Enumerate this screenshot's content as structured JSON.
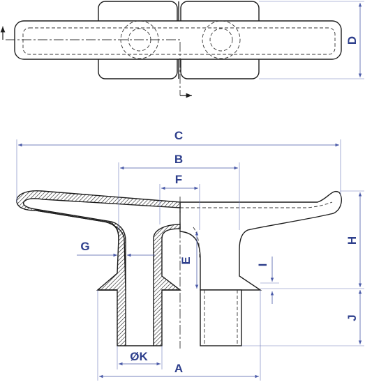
{
  "dimension_labels": {
    "A": "A",
    "B": "B",
    "C": "C",
    "D": "D",
    "E": "E",
    "F": "F",
    "G": "G",
    "H": "H",
    "I": "I",
    "J": "J",
    "K": "ØK"
  },
  "colors": {
    "dimension": "#2e3f8c",
    "outline": "#1c1c1c"
  }
}
